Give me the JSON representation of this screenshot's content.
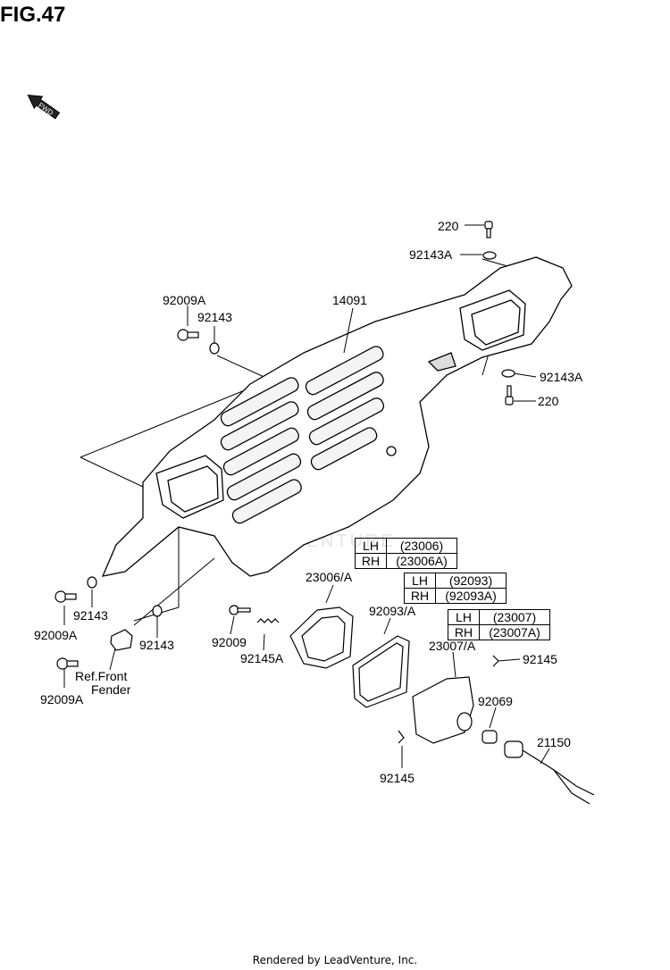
{
  "figure": {
    "title": "FIG.47"
  },
  "fwd_arrow": {
    "text": "FWD",
    "icon": "fwd-arrow-icon"
  },
  "watermark": {
    "text": "LEADVENTURE"
  },
  "callouts": [
    {
      "id": "c220-top",
      "text": "220"
    },
    {
      "id": "c92143A-top",
      "text": "92143A"
    },
    {
      "id": "c14091",
      "text": "14091"
    },
    {
      "id": "c92009A-top",
      "text": "92009A"
    },
    {
      "id": "c92143-top",
      "text": "92143"
    },
    {
      "id": "c92143A-right",
      "text": "92143A"
    },
    {
      "id": "c220-right",
      "text": "220"
    },
    {
      "id": "c23006",
      "text": "23006/A"
    },
    {
      "id": "c92093",
      "text": "92093/A"
    },
    {
      "id": "c23007",
      "text": "23007/A"
    },
    {
      "id": "c92145-right",
      "text": "92145"
    },
    {
      "id": "c92069",
      "text": "92069"
    },
    {
      "id": "c21150",
      "text": "21150"
    },
    {
      "id": "c92145-bottom",
      "text": "92145"
    },
    {
      "id": "c92143-left",
      "text": "92143"
    },
    {
      "id": "c92009A-left",
      "text": "92009A"
    },
    {
      "id": "c92143-mid",
      "text": "92143"
    },
    {
      "id": "c92009",
      "text": "92009"
    },
    {
      "id": "c92145A",
      "text": "92145A"
    },
    {
      "id": "c92009A-bottom",
      "text": "92009A"
    },
    {
      "id": "cRef1",
      "text": "Ref.Front"
    },
    {
      "id": "cRef2",
      "text": "Fender"
    }
  ],
  "tables": [
    {
      "id": "t23006",
      "rows": [
        {
          "side": "LH",
          "code": "(23006)"
        },
        {
          "side": "RH",
          "code": "(23006A)"
        }
      ]
    },
    {
      "id": "t92093",
      "rows": [
        {
          "side": "LH",
          "code": "(92093)"
        },
        {
          "side": "RH",
          "code": "(92093A)"
        }
      ]
    },
    {
      "id": "t23007",
      "rows": [
        {
          "side": "LH",
          "code": "(23007)"
        },
        {
          "side": "RH",
          "code": "(23007A)"
        }
      ]
    }
  ],
  "footer": {
    "text": "Rendered by LeadVenture, Inc."
  }
}
